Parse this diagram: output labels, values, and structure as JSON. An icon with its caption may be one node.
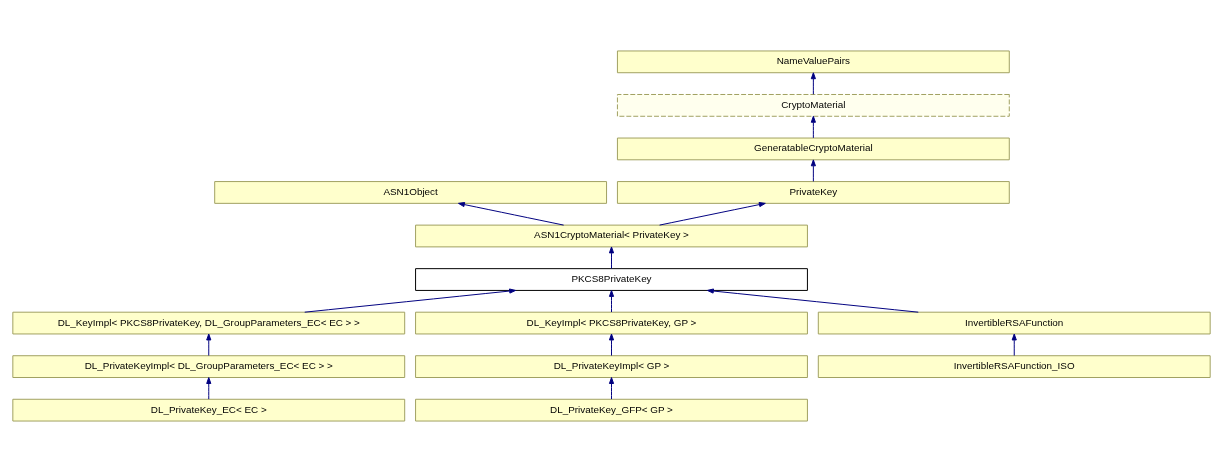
{
  "diagram": {
    "nodes": [
      {
        "text": [
          "NameValuePairs"
        ]
      },
      {
        "text": [
          "CryptoMaterial"
        ]
      },
      {
        "text": [
          "GeneratableCryptoMaterial"
        ]
      },
      {
        "text": [
          "ASN1Object"
        ]
      },
      {
        "text": [
          "PrivateKey"
        ]
      },
      {
        "text": [
          "ASN1CryptoMaterial< PrivateKey >"
        ]
      },
      {
        "text": [
          "PKCS8PrivateKey"
        ]
      },
      {
        "text": [
          "DL_KeyImpl< PKCS8PrivateKey, DL_GroupParameters_EC< EC > >"
        ]
      },
      {
        "text": [
          "DL_KeyImpl< PKCS8PrivateKey, GP >"
        ]
      },
      {
        "text": [
          "InvertibleRSAFunction"
        ]
      },
      {
        "text": [
          "DL_PrivateKeyImpl< DL_GroupParameters_EC< EC > >"
        ]
      },
      {
        "text": [
          "DL_PrivateKeyImpl< GP >"
        ]
      },
      {
        "text": [
          "InvertibleRSAFunction_ISO"
        ]
      },
      {
        "text": [
          "DL_PrivateKey_EC< EC >"
        ]
      },
      {
        "text": [
          "DL_PrivateKey_GFP< GP >"
        ]
      }
    ],
    "edges": [
      {
        "from": 1,
        "to": 0,
        "arrow": "to"
      },
      {
        "from": 2,
        "to": 1,
        "arrow": "to"
      },
      {
        "from": 4,
        "to": 2,
        "arrow": "to"
      },
      {
        "from": 5,
        "to": 3,
        "arrow": "to"
      },
      {
        "from": 5,
        "to": 4,
        "arrow": "to"
      },
      {
        "from": 6,
        "to": 5,
        "arrow": "to"
      },
      {
        "from": 7,
        "to": 6,
        "arrow": "to"
      },
      {
        "from": 8,
        "to": 6,
        "arrow": "to"
      },
      {
        "from": 9,
        "to": 6,
        "arrow": "to"
      },
      {
        "from": 10,
        "to": 7,
        "arrow": "to"
      },
      {
        "from": 11,
        "to": 8,
        "arrow": "to"
      },
      {
        "from": 12,
        "to": 9,
        "arrow": "to"
      },
      {
        "from": 13,
        "to": 10,
        "arrow": "to"
      },
      {
        "from": 14,
        "to": 11,
        "arrow": "to"
      }
    ]
  }
}
